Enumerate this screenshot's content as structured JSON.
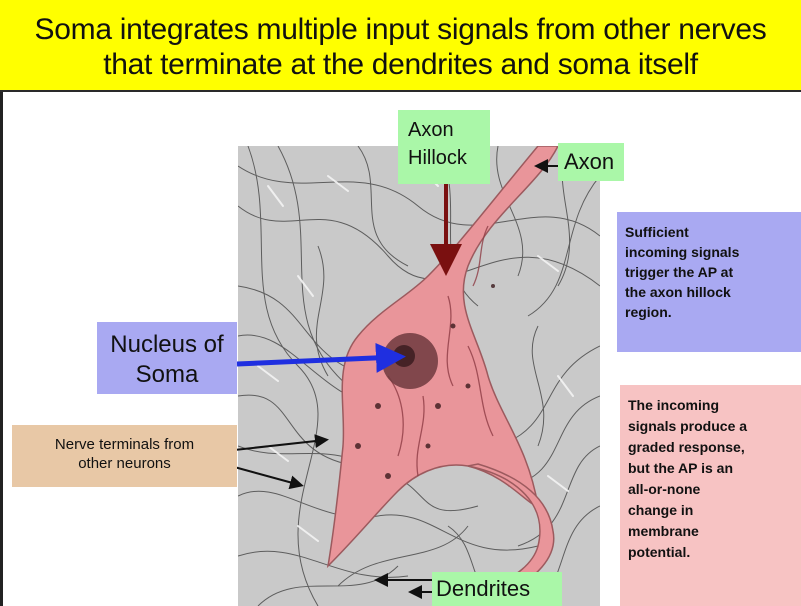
{
  "title": {
    "line1": "Soma integrates multiple input signals from other nerves",
    "line2": "that terminate at the dendrites and soma itself"
  },
  "labels": {
    "axon_hillock": [
      "Axon",
      "Hillock"
    ],
    "axon": "Axon",
    "nucleus": [
      "Nucleus of",
      "Soma"
    ],
    "sufficient": [
      "Sufficient",
      "incoming signals",
      "trigger the AP at",
      "the axon hillock",
      "region."
    ],
    "incoming": [
      "The incoming",
      "signals produce a",
      "graded response,",
      "but the AP is an",
      "all-or-none",
      "change in",
      "membrane",
      "potential."
    ],
    "nerve_terminals": [
      "Nerve terminals from",
      "other neurons"
    ],
    "dendrites": "Dendrites"
  },
  "colors": {
    "title_background": "#ffff00",
    "green_label": "#aaf7a8",
    "blue_label": "#a9a9f2",
    "pink_label": "#f7c3c3",
    "tan_label": "#e8c8a6",
    "neuron_fill": "#e9959a",
    "arrow_red": "#7a1010",
    "arrow_blue": "#1f2fe0"
  }
}
